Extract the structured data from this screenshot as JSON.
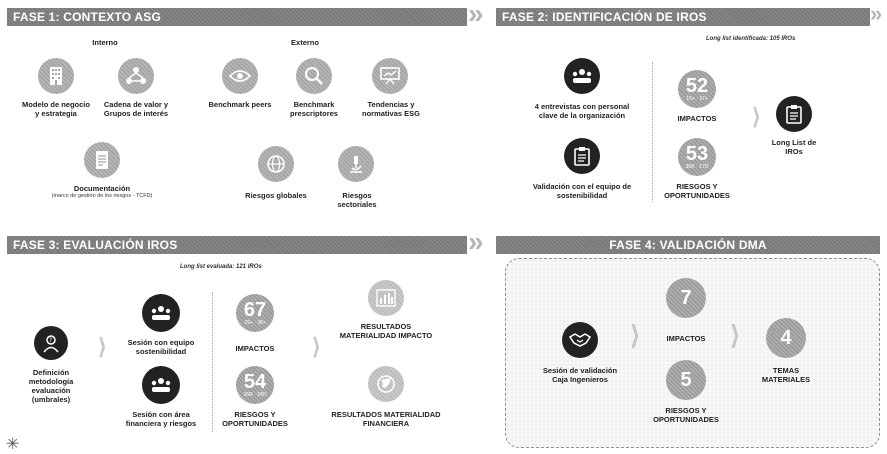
{
  "phase1": {
    "title": "FASE 1: CONTEXTO ASG",
    "internal_label": "Interno",
    "external_label": "Externo",
    "items": [
      {
        "label": "Modelo de negocio y estrategia"
      },
      {
        "label": "Cadena de valor y Grupos de interés"
      },
      {
        "label": "Documentación",
        "sub": "(marco de gestión de los riesgos - TCFD)"
      },
      {
        "label": "Benchmark peers"
      },
      {
        "label": "Benchmark prescriptores"
      },
      {
        "label": "Tendencias y normativas ESG"
      },
      {
        "label": "Riesgos globales"
      },
      {
        "label": "Riesgos sectoriales"
      }
    ]
  },
  "phase2": {
    "title": "FASE 2: IDENTIFICACIÓN DE IROs",
    "long_list": "Long list identificada: 105 IROs",
    "interviews": "4 entrevistas con personal clave de la organización",
    "validation": "Validación con el equipo de sostenibilidad",
    "impacts": {
      "num": "52",
      "sub": "15+ · 37+",
      "label": "IMPACTOS"
    },
    "risks": {
      "num": "53",
      "sub": "36R · 17O",
      "label": "RIESGOS Y OPORTUNIDADES"
    },
    "result": "Long List de IROs"
  },
  "phase3": {
    "title": "FASE 3: EVALUACIÓN IROs",
    "long_list": "Long list evaluada: 121 IROs",
    "definition": "Definición metodología evaluación (umbrales)",
    "session1": "Sesión con equipo sostenibilidad",
    "session2": "Sesión con área financiera y riesgos",
    "impacts": {
      "num": "67",
      "sub": "29+ · 38+",
      "label": "IMPACTOS"
    },
    "risks": {
      "num": "54",
      "sub": "36R · 18O",
      "label": "RIESGOS Y OPORTUNIDADES"
    },
    "result_impact": "RESULTADOS MATERIALIDAD IMPACTO",
    "result_fin": "RESULTADOS MATERIALIDAD FINANCIERA"
  },
  "phase4": {
    "title": "FASE 4: VALIDACIÓN DMA",
    "session": "Sesión de validación Caja Ingenieros",
    "impacts": {
      "num": "7",
      "label": "IMPACTOS"
    },
    "risks": {
      "num": "5",
      "label": "RIESGOS Y OPORTUNIDADES"
    },
    "topics": {
      "num": "4",
      "label": "TEMAS MATERIALES"
    }
  }
}
